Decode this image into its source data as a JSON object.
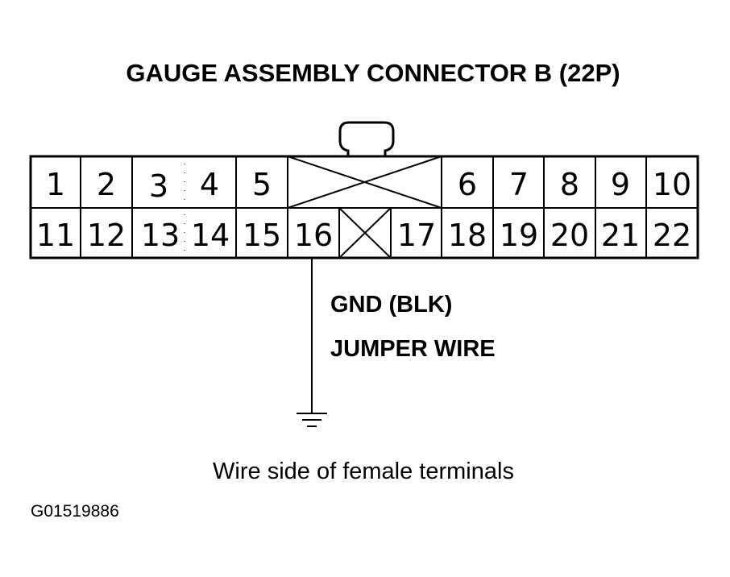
{
  "title": "GAUGE ASSEMBLY CONNECTOR B (22P)",
  "pins_top": [
    "1",
    "2",
    "3",
    "4",
    "5",
    "6",
    "7",
    "8",
    "9",
    "10"
  ],
  "pins_bottom": [
    "11",
    "12",
    "13",
    "14",
    "15",
    "16",
    "17",
    "18",
    "19",
    "20",
    "21",
    "22"
  ],
  "wire_label_1": "GND (BLK)",
  "wire_label_2": "JUMPER WIRE",
  "caption": "Wire side of female terminals",
  "figure_code": "G01519886"
}
